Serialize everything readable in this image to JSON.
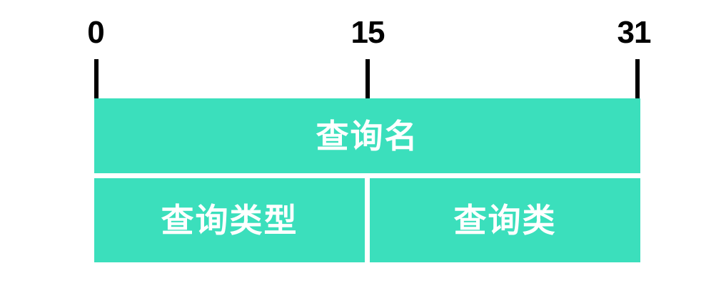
{
  "diagram": {
    "bit_labels": [
      "0",
      "15",
      "31"
    ],
    "rows": [
      {
        "fields": [
          {
            "label": "查询名"
          }
        ]
      },
      {
        "fields": [
          {
            "label": "查询类型"
          },
          {
            "label": "查询类"
          }
        ]
      }
    ]
  },
  "colors": {
    "box_fill": "#3bdfbc",
    "divider": "#ffffff",
    "tick": "#000000",
    "label_text": "#000000",
    "field_text": "#ffffff",
    "background": "#ffffff"
  }
}
